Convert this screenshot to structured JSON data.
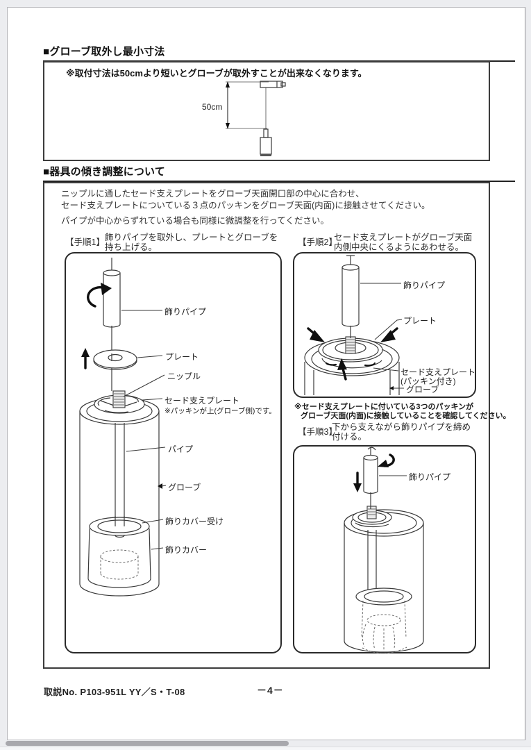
{
  "section1": {
    "title": "■グローブ取外し最小寸法",
    "note": "※取付寸法は50cmより短いとグローブが取外すことが出来なくなります。",
    "dimension_label": "50cm"
  },
  "section2": {
    "title": "■器具の傾き調整について",
    "intro_line1": "ニップルに通したセード支えプレートをグローブ天面開口部の中心に合わせ、",
    "intro_line2": "セード支えプレートについている３点のパッキンをグローブ天面(内面)に接触させてください。",
    "intro_line3": "パイプが中心からずれている場合も同様に微調整を行ってください。",
    "step1": {
      "label": "【手順1】",
      "desc_line1": "飾りパイプを取外し、プレートとグローブを",
      "desc_line2": "持ち上げる。",
      "labels": {
        "kazari_pipe": "飾りパイプ",
        "plate": "プレート",
        "nipple": "ニップル",
        "shade_plate": "セード支えプレート",
        "shade_plate_note": "※パッキンが上(グローブ側)です。",
        "pipe": "パイプ",
        "globe": "グローブ",
        "cover_receiver": "飾りカバー受け",
        "cover": "飾りカバー"
      }
    },
    "step2": {
      "label": "【手順2】",
      "desc_line1": "セード支えプレートがグローブ天面",
      "desc_line2": "内側中央にくるようにあわせる。",
      "labels": {
        "kazari_pipe": "飾りパイプ",
        "plate": "プレート",
        "shade_plate": "セード支えプレート",
        "shade_plate_sub": "(パッキン付き)",
        "globe": "グローブ"
      },
      "note_line1": "※セード支えプレートに付いている3つのパッキンが",
      "note_line2": "グローブ天面(内面)に接触していることを確認してください。"
    },
    "step3": {
      "label": "【手順3】",
      "desc_line1": "下から支えながら飾りパイプを締め",
      "desc_line2": "付ける。",
      "labels": {
        "kazari_pipe": "飾りパイプ"
      }
    }
  },
  "footer": {
    "doc_no": "取説No. P103-951L YY／S・T-08",
    "page_no": "－4－"
  }
}
